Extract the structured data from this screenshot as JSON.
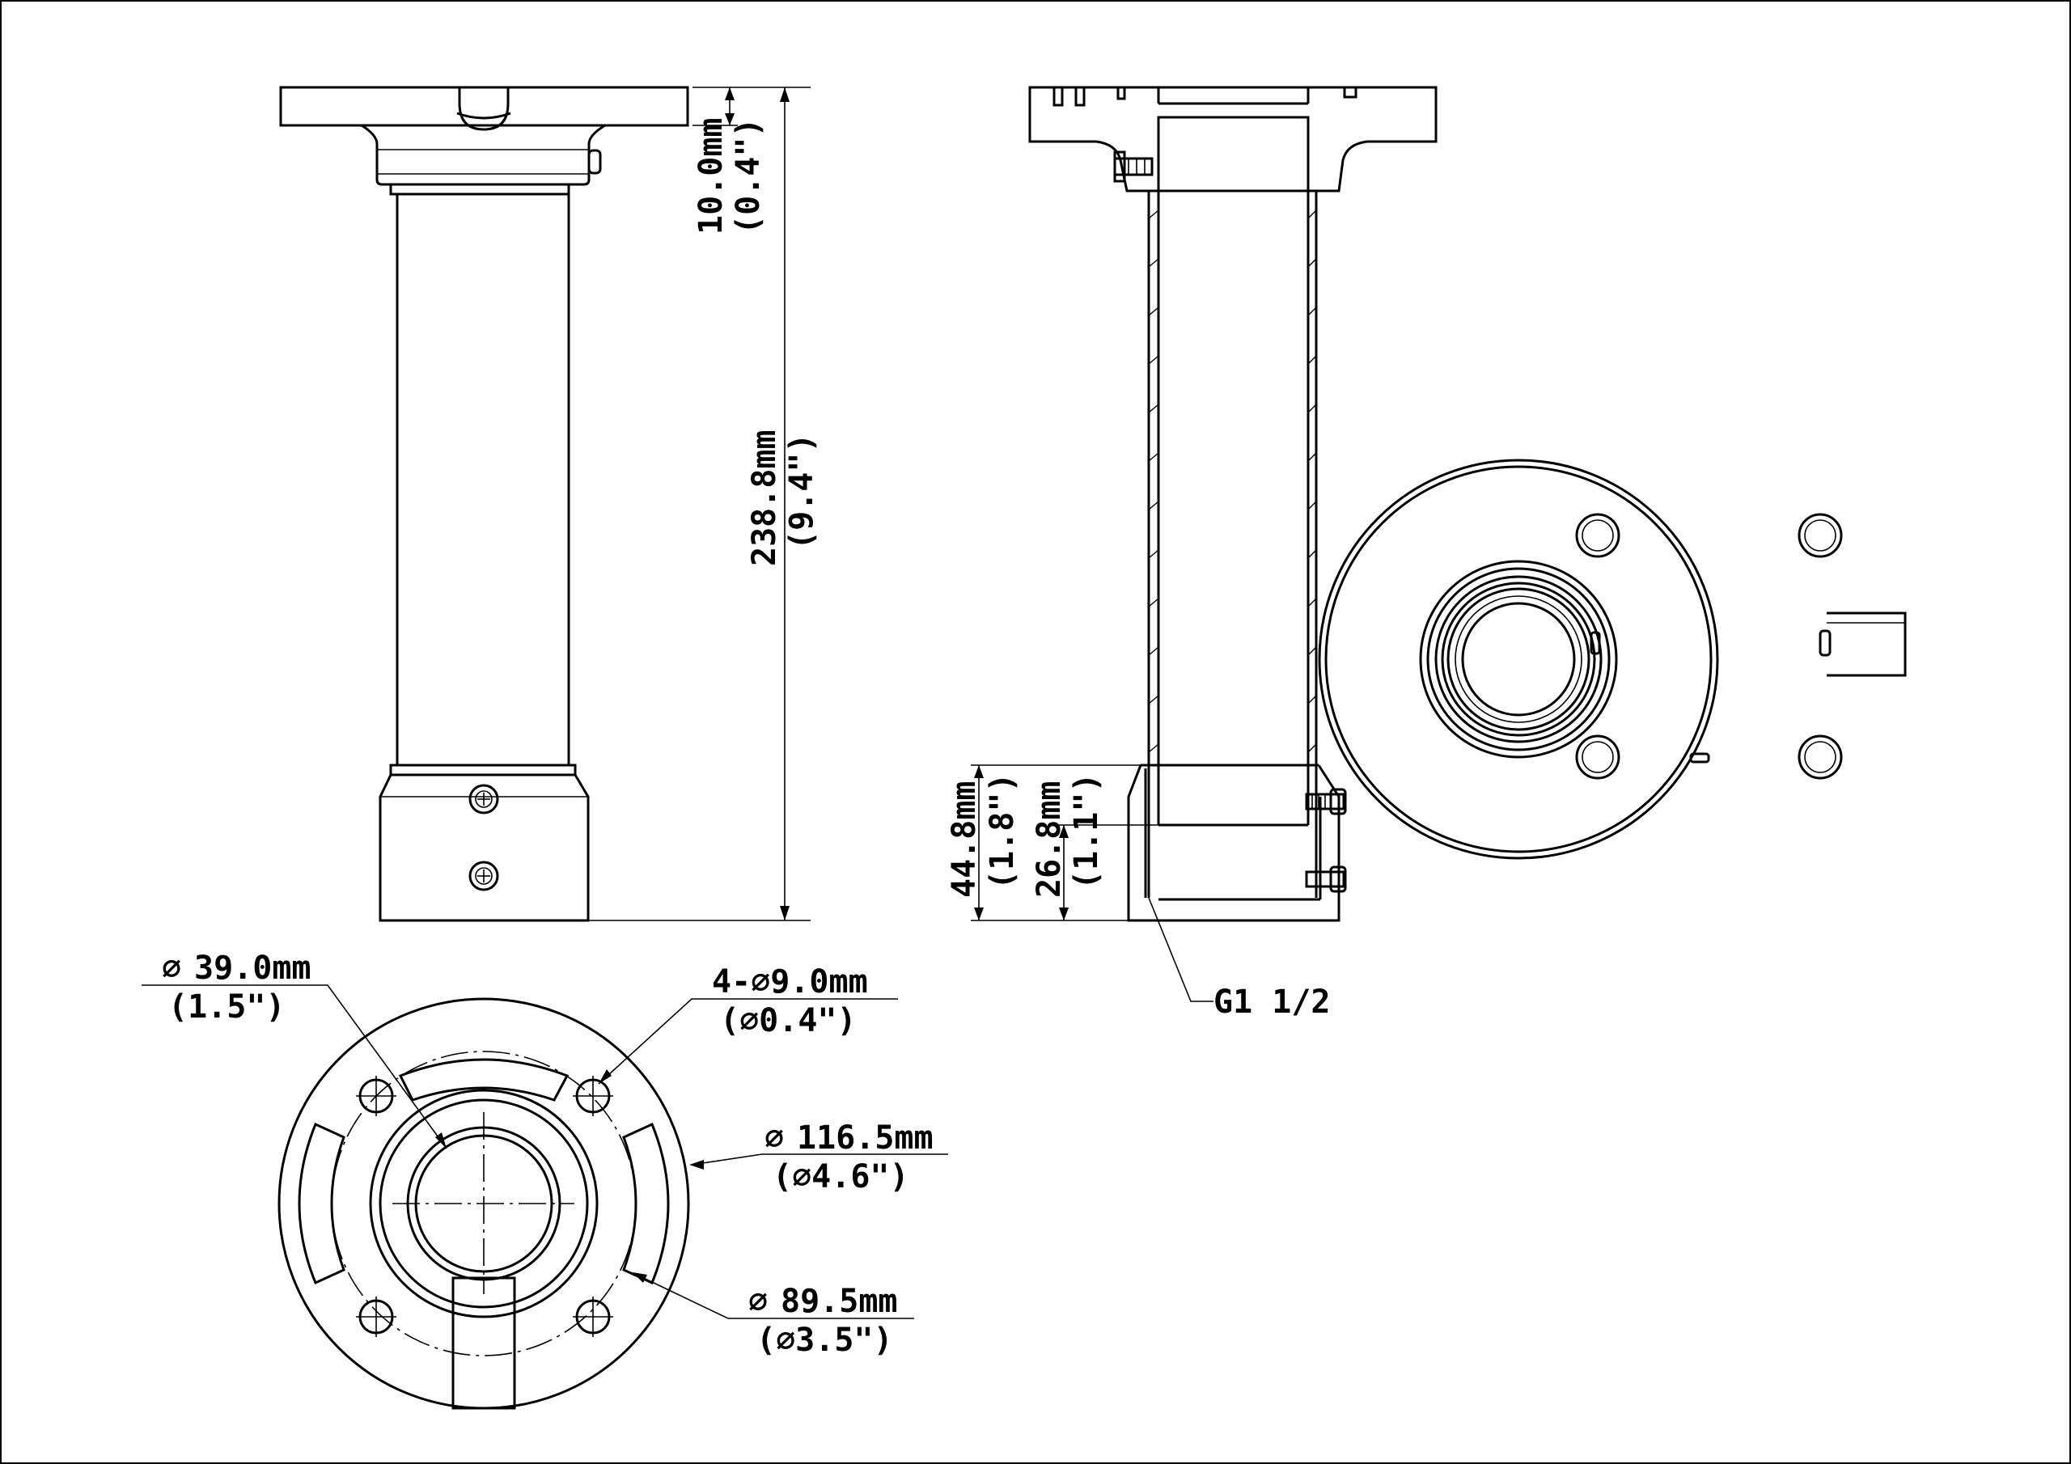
{
  "dimensions": {
    "flange_thickness": {
      "mm": "10.0mm",
      "inch": "(0.4\")"
    },
    "total_length": {
      "mm": "238.8mm",
      "inch": "(9.4\")"
    },
    "adapter_length": {
      "mm": "44.8mm",
      "inch": "(1.8\")"
    },
    "thread_length": {
      "mm": "26.8mm",
      "inch": "(1.1\")"
    },
    "thread_spec": "G1 1/2",
    "center_hole": {
      "mm": "39.0mm",
      "inch": "(1.5\")",
      "prefix": "∅"
    },
    "mount_holes": {
      "mm": "4-∅9.0mm",
      "inch": "(∅0.4\")"
    },
    "outer_diameter": {
      "mm": "116.5mm",
      "inch": "(∅4.6\")",
      "prefix": "∅"
    },
    "bolt_circle": {
      "mm": "89.5mm",
      "inch": "(∅3.5\")",
      "prefix": "∅"
    }
  }
}
